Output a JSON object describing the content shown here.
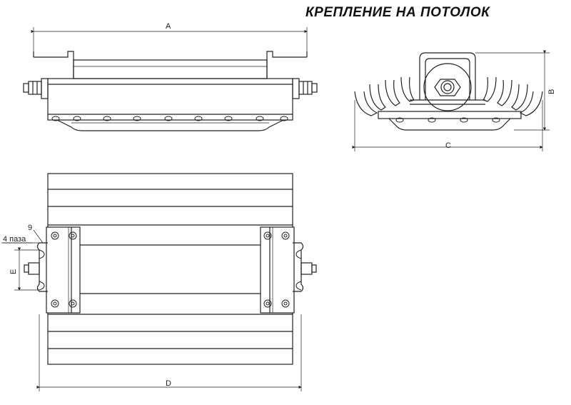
{
  "title": "КРЕПЛЕНИЕ НА ПОТОЛОК",
  "dimensions": {
    "a": "A",
    "b": "B",
    "c": "C",
    "d": "D",
    "e": "E",
    "nine": "9",
    "slots": "4 паза"
  },
  "colors": {
    "line": "#222222",
    "background": "#ffffff"
  }
}
